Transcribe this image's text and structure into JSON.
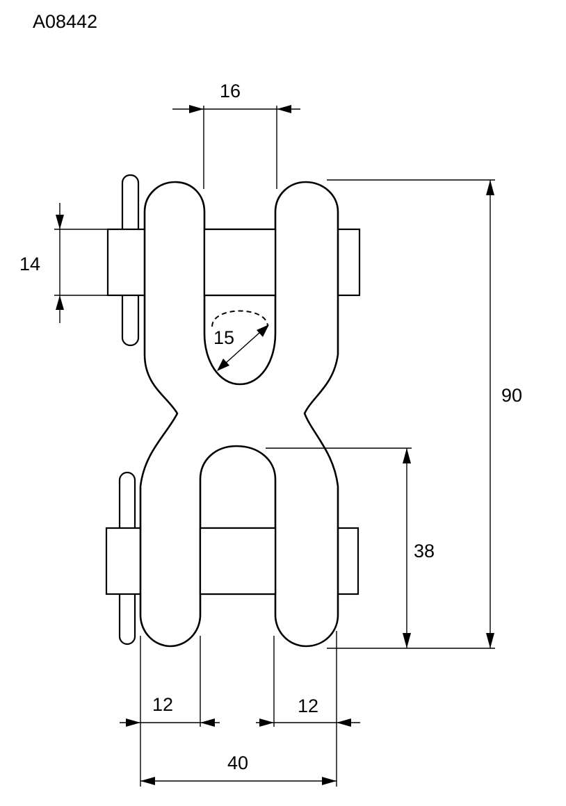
{
  "header": {
    "part_code": "A08442"
  },
  "dimensions": {
    "gap_top": "16",
    "pin_diameter": "14",
    "eye_diameter": "15",
    "overall_length": "90",
    "lower_clearance": "38",
    "leg_left": "12",
    "leg_right": "12",
    "overall_width": "40"
  }
}
